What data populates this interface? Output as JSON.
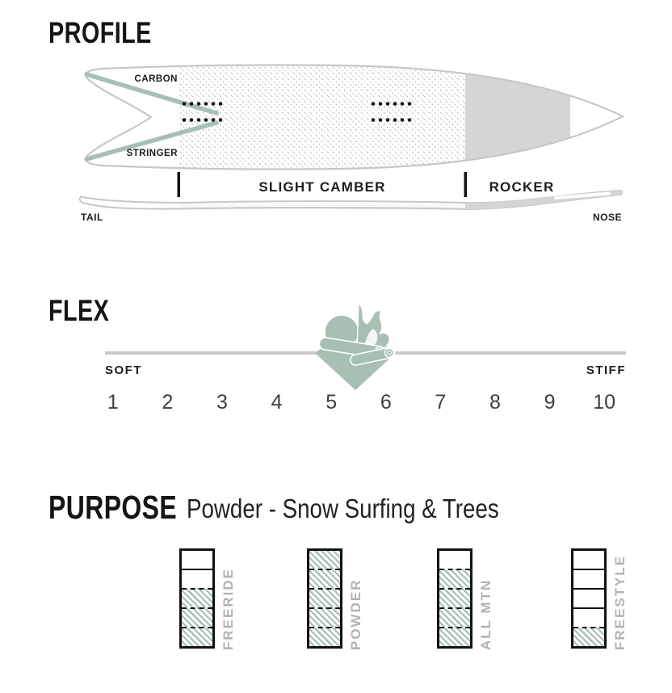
{
  "colors": {
    "sage": "#a8bfb3",
    "hatch_gray": "#b9b9b9",
    "outline_gray": "#c7c7c7",
    "zone_gray": "#d5d5d5",
    "track_gray": "#c9c9c9",
    "label_gray": "#b3b3b3",
    "ink": "#1d1d1d"
  },
  "profile": {
    "title": "PROFILE",
    "board_labels": {
      "carbon": "CARBON",
      "stringer": "STRINGER"
    },
    "zone_labels": {
      "camber": "SLIGHT CAMBER",
      "rocker": "ROCKER"
    },
    "end_labels": {
      "tail": "TAIL",
      "nose": "NOSE"
    }
  },
  "flex": {
    "title": "FLEX",
    "min_label": "SOFT",
    "max_label": "STIFF",
    "scale": [
      "1",
      "2",
      "3",
      "4",
      "5",
      "6",
      "7",
      "8",
      "9",
      "10"
    ],
    "value": 5,
    "marker_icon": "campfire-logs-illustration"
  },
  "purpose": {
    "title": "PURPOSE",
    "subtitle": "Powder - Snow Surfing & Trees",
    "categories": [
      {
        "label": "FREERIDE",
        "rating": 3,
        "max": 5
      },
      {
        "label": "POWDER",
        "rating": 5,
        "max": 5
      },
      {
        "label": "ALL MTN",
        "rating": 4,
        "max": 5
      },
      {
        "label": "FREESTYLE",
        "rating": 1,
        "max": 5
      }
    ]
  }
}
